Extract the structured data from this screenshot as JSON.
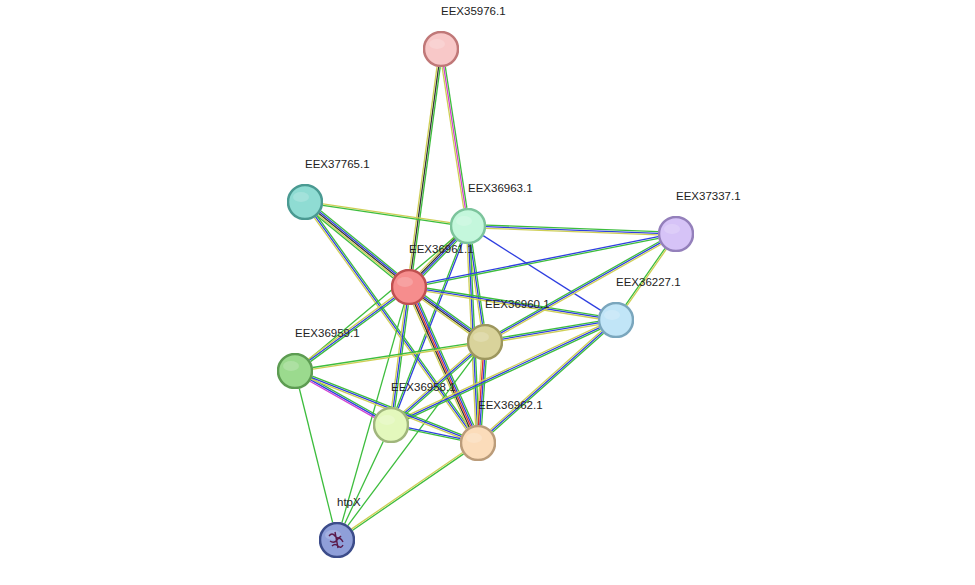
{
  "diagram": {
    "nodes": [
      {
        "text": [
          "EEX35976.1"
        ]
      },
      {
        "text": [
          "EEX37765.1"
        ]
      },
      {
        "text": [
          "EEX36963.1"
        ]
      },
      {
        "text": [
          "EEX37337.1"
        ]
      },
      {
        "text": [
          "EEX36961.1"
        ]
      },
      {
        "text": [
          "EEX36960.1"
        ]
      },
      {
        "text": [
          "EEX36227.1"
        ]
      },
      {
        "text": [
          "EEX36959.1"
        ]
      },
      {
        "text": [
          "EEX36958.1"
        ]
      },
      {
        "text": [
          "EEX36962.1"
        ]
      },
      {
        "text": [
          "htpX"
        ]
      }
    ],
    "edges": [
      {
        "from": 0,
        "to": 4,
        "arrow": "none"
      },
      {
        "from": 0,
        "to": 2,
        "arrow": "none"
      },
      {
        "from": 1,
        "to": 4,
        "arrow": "none"
      },
      {
        "from": 1,
        "to": 2,
        "arrow": "none"
      },
      {
        "from": 1,
        "to": 9,
        "arrow": "none"
      },
      {
        "from": 2,
        "to": 4,
        "arrow": "none"
      },
      {
        "from": 2,
        "to": 3,
        "arrow": "none"
      },
      {
        "from": 2,
        "to": 5,
        "arrow": "none"
      },
      {
        "from": 2,
        "to": 9,
        "arrow": "none"
      },
      {
        "from": 2,
        "to": 8,
        "arrow": "none"
      },
      {
        "from": 2,
        "to": 6,
        "arrow": "none"
      },
      {
        "from": 2,
        "to": 7,
        "arrow": "none"
      },
      {
        "from": 4,
        "to": 3,
        "arrow": "none"
      },
      {
        "from": 4,
        "to": 5,
        "arrow": "none"
      },
      {
        "from": 4,
        "to": 6,
        "arrow": "none"
      },
      {
        "from": 4,
        "to": 7,
        "arrow": "none"
      },
      {
        "from": 4,
        "to": 8,
        "arrow": "none"
      },
      {
        "from": 4,
        "to": 9,
        "arrow": "none"
      },
      {
        "from": 4,
        "to": 10,
        "arrow": "none"
      },
      {
        "from": 5,
        "to": 3,
        "arrow": "none"
      },
      {
        "from": 5,
        "to": 6,
        "arrow": "none"
      },
      {
        "from": 5,
        "to": 7,
        "arrow": "none"
      },
      {
        "from": 5,
        "to": 8,
        "arrow": "none"
      },
      {
        "from": 5,
        "to": 9,
        "arrow": "none"
      },
      {
        "from": 5,
        "to": 10,
        "arrow": "none"
      },
      {
        "from": 6,
        "to": 3,
        "arrow": "none"
      },
      {
        "from": 6,
        "to": 8,
        "arrow": "none"
      },
      {
        "from": 6,
        "to": 9,
        "arrow": "none"
      },
      {
        "from": 7,
        "to": 8,
        "arrow": "none"
      },
      {
        "from": 7,
        "to": 9,
        "arrow": "none"
      },
      {
        "from": 7,
        "to": 10,
        "arrow": "none"
      },
      {
        "from": 8,
        "to": 9,
        "arrow": "none"
      },
      {
        "from": 9,
        "to": 10,
        "arrow": "none"
      },
      {
        "from": 8,
        "to": 10,
        "arrow": "none"
      }
    ]
  }
}
